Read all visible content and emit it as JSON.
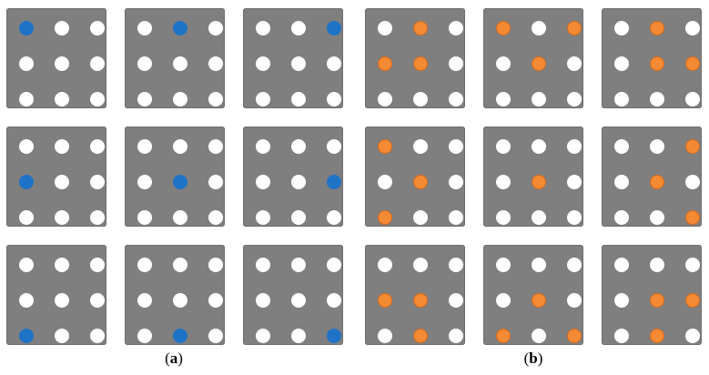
{
  "figures": [
    {
      "caption_open": "(",
      "caption_letter": "a",
      "caption_close": ")",
      "highlight_color": "#1f73c7",
      "panels": [
        [
          [
            0,
            0
          ]
        ],
        [
          [
            0,
            1
          ]
        ],
        [
          [
            0,
            2
          ]
        ],
        [
          [
            1,
            0
          ]
        ],
        [
          [
            1,
            1
          ]
        ],
        [
          [
            1,
            2
          ]
        ],
        [
          [
            2,
            0
          ]
        ],
        [
          [
            2,
            1
          ]
        ],
        [
          [
            2,
            2
          ]
        ]
      ]
    },
    {
      "caption_open": "(",
      "caption_letter": "b",
      "caption_close": ")",
      "highlight_color": "#f58a34",
      "panels": [
        [
          [
            0,
            1
          ],
          [
            1,
            0
          ],
          [
            1,
            1
          ]
        ],
        [
          [
            0,
            0
          ],
          [
            0,
            2
          ],
          [
            1,
            1
          ]
        ],
        [
          [
            0,
            1
          ],
          [
            1,
            1
          ],
          [
            1,
            2
          ]
        ],
        [
          [
            0,
            0
          ],
          [
            1,
            1
          ],
          [
            2,
            0
          ]
        ],
        [
          [
            1,
            1
          ]
        ],
        [
          [
            0,
            2
          ],
          [
            1,
            1
          ],
          [
            2,
            2
          ]
        ],
        [
          [
            1,
            0
          ],
          [
            1,
            1
          ],
          [
            2,
            1
          ]
        ],
        [
          [
            1,
            1
          ],
          [
            2,
            0
          ],
          [
            2,
            2
          ]
        ],
        [
          [
            1,
            1
          ],
          [
            1,
            2
          ],
          [
            2,
            1
          ]
        ]
      ]
    }
  ]
}
